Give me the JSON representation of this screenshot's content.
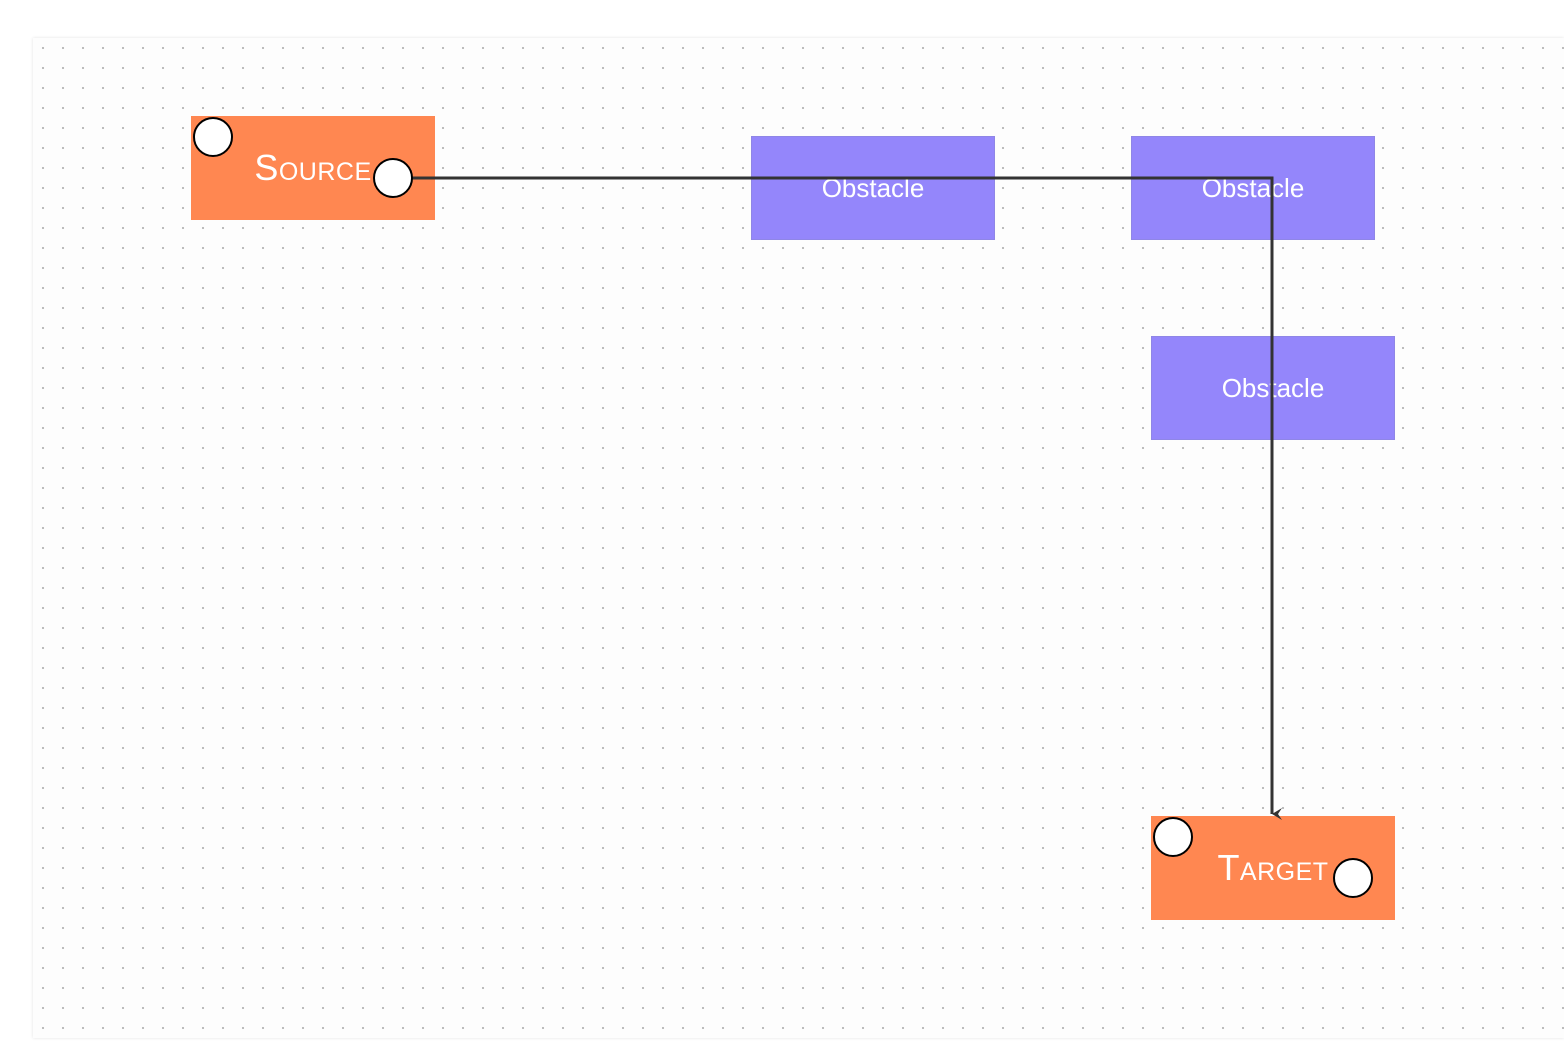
{
  "diagram": {
    "nodes": {
      "source": {
        "label": "Source"
      },
      "target": {
        "label": "Target"
      },
      "obstacles": [
        {
          "label": "Obstacle"
        },
        {
          "label": "Obstacle"
        },
        {
          "label": "Obstacle"
        }
      ]
    },
    "colors": {
      "endpoint_fill": "#ff8751",
      "obstacle_fill": "#9486fb",
      "edge_stroke": "#333333",
      "port_fill": "#ffffff",
      "port_stroke": "#000000"
    }
  }
}
